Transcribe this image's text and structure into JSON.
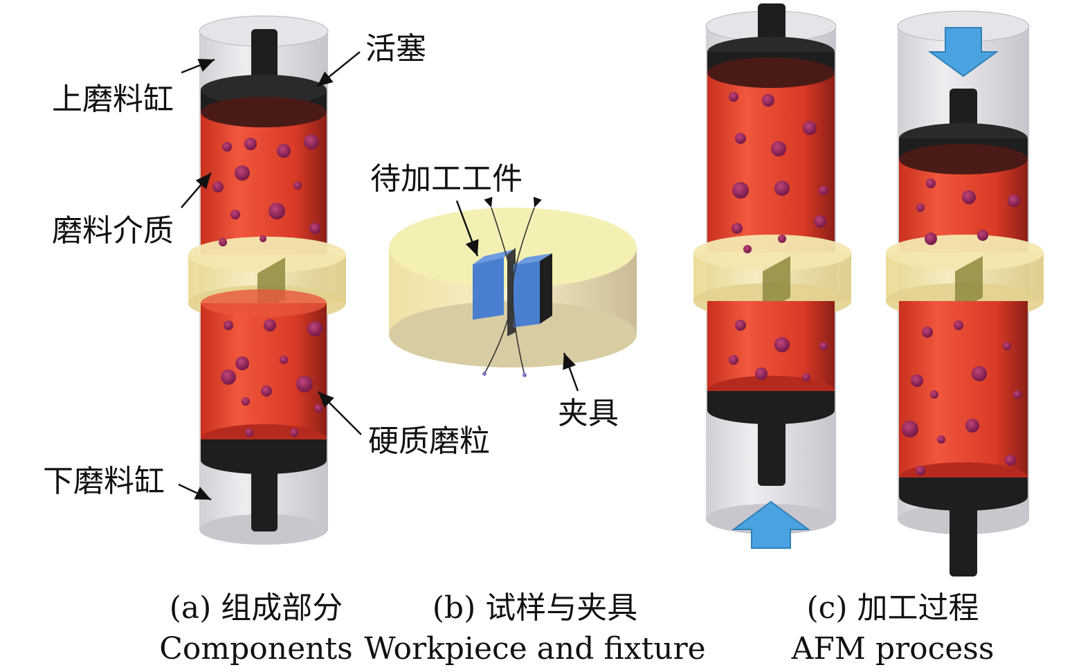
{
  "panel_a": {
    "labels": {
      "upper_cylinder": "上磨料缸",
      "piston": "活塞",
      "abrasive_medium": "磨料介质",
      "hard_grains": "硬质磨粒",
      "lower_cylinder": "下磨料缸"
    },
    "caption_zh": "(a) 组成部分",
    "caption_en": "Components"
  },
  "panel_b": {
    "labels": {
      "workpiece": "待加工工件",
      "fixture": "夹具"
    },
    "caption_zh": "(b) 试样与夹具",
    "caption_en": "Workpiece and fixture"
  },
  "panel_c": {
    "caption_zh": "(c) 加工过程",
    "caption_en": "AFM process"
  },
  "colors": {
    "cylinder_glass": "#d7d5db",
    "abrasive_red": "#e0402a",
    "piston_black": "#1e1e1e",
    "fixture_yellow": "#f3e8a6",
    "workpiece_blue": "#4a7fd0",
    "arrow_blue": "#4aa3e0",
    "grain_purple": "#8e1f5a"
  }
}
